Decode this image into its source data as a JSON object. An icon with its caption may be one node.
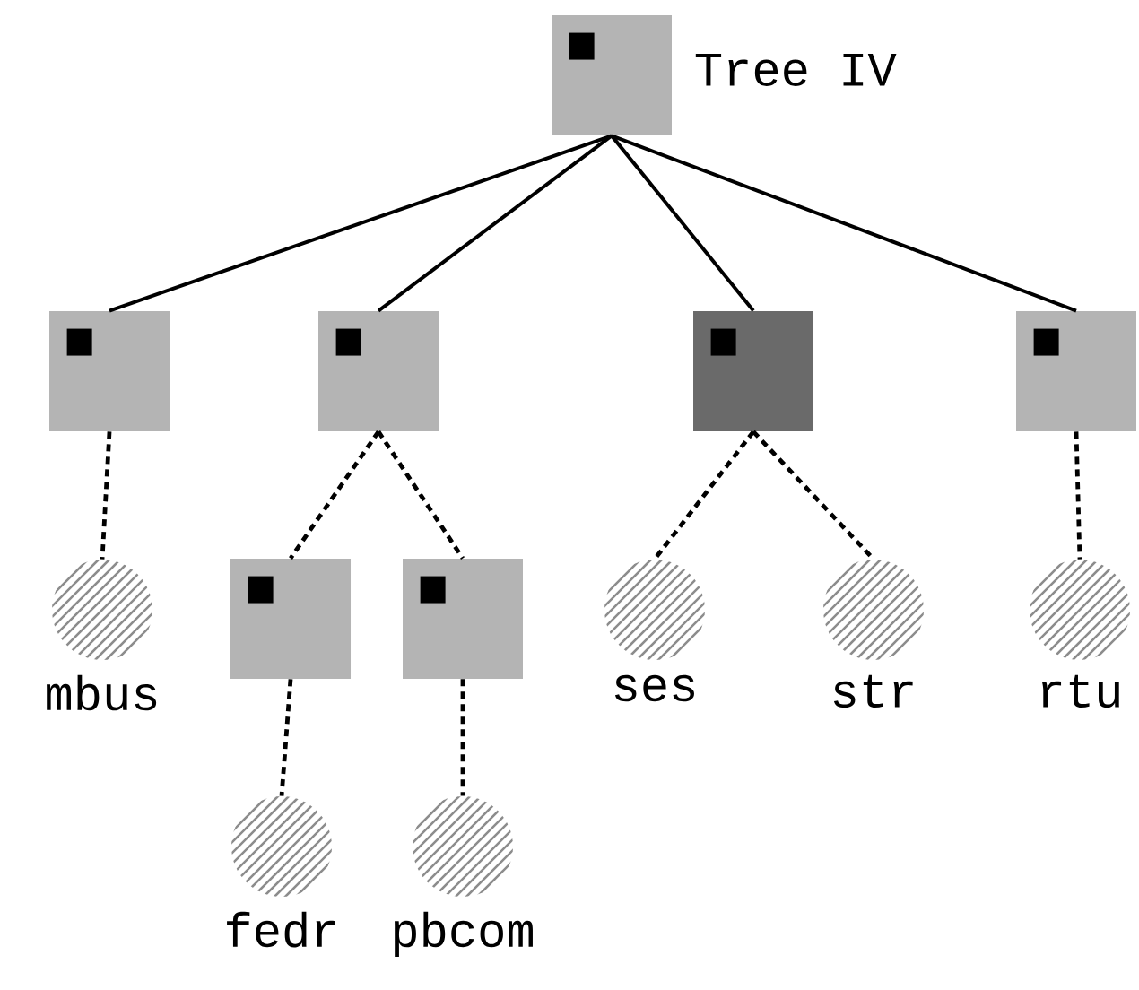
{
  "diagram": {
    "nodes": [
      {
        "text": [],
        "shape": "box",
        "beside": [
          "Tree IV"
        ]
      },
      {
        "text": [],
        "shape": "box"
      },
      {
        "text": [],
        "shape": "box"
      },
      {
        "text": [],
        "shape": "box"
      },
      {
        "text": [],
        "shape": "box"
      },
      {
        "text": [],
        "shape": "circle",
        "beside": [
          "mbus"
        ]
      },
      {
        "text": [],
        "shape": "box"
      },
      {
        "text": [],
        "shape": "box"
      },
      {
        "text": [],
        "shape": "circle",
        "beside": [
          "ses"
        ]
      },
      {
        "text": [],
        "shape": "circle",
        "beside": [
          "str"
        ]
      },
      {
        "text": [],
        "shape": "circle",
        "beside": [
          "rtu"
        ]
      },
      {
        "text": [],
        "shape": "circle",
        "beside": [
          "fedr"
        ]
      },
      {
        "text": [],
        "shape": "circle",
        "beside": [
          "pbcom"
        ]
      }
    ],
    "edges": [
      {
        "from": 0,
        "to": 1,
        "arrow": "none"
      },
      {
        "from": 0,
        "to": 2,
        "arrow": "none"
      },
      {
        "from": 0,
        "to": 3,
        "arrow": "none"
      },
      {
        "from": 0,
        "to": 4,
        "arrow": "none"
      },
      {
        "from": 1,
        "to": 5,
        "arrow": "none",
        "style": "dashed"
      },
      {
        "from": 2,
        "to": 6,
        "arrow": "none",
        "style": "dashed"
      },
      {
        "from": 2,
        "to": 7,
        "arrow": "none",
        "style": "dashed"
      },
      {
        "from": 3,
        "to": 8,
        "arrow": "none",
        "style": "dashed"
      },
      {
        "from": 3,
        "to": 9,
        "arrow": "none",
        "style": "dashed"
      },
      {
        "from": 4,
        "to": 10,
        "arrow": "none",
        "style": "dashed"
      },
      {
        "from": 6,
        "to": 11,
        "arrow": "none",
        "style": "dashed"
      },
      {
        "from": 7,
        "to": 12,
        "arrow": "none",
        "style": "dashed"
      }
    ]
  }
}
